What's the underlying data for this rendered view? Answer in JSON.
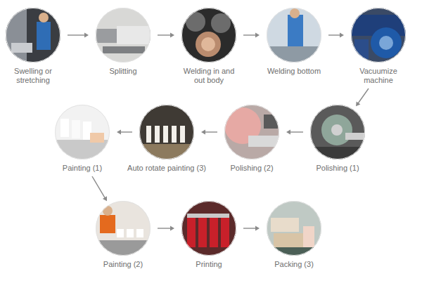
{
  "diagram": {
    "nodes": [
      {
        "text": [
          "Swelling or stretching"
        ]
      },
      {
        "text": [
          "Splitting"
        ]
      },
      {
        "text": [
          "Welding in and out body"
        ]
      },
      {
        "text": [
          "Welding bottom"
        ]
      },
      {
        "text": [
          "Vacuumize machine"
        ]
      },
      {
        "text": [
          "Painting (1)"
        ]
      },
      {
        "text": [
          "Auto rotate painting (3)"
        ]
      },
      {
        "text": [
          "Polishing (2)"
        ]
      },
      {
        "text": [
          "Polishing (1)"
        ]
      },
      {
        "text": [
          "Painting (2)"
        ]
      },
      {
        "text": [
          "Printing"
        ]
      },
      {
        "text": [
          "Packing (3)"
        ]
      }
    ],
    "edges": [
      {
        "from": 0,
        "to": 1,
        "arrow": "to"
      },
      {
        "from": 1,
        "to": 2,
        "arrow": "to"
      },
      {
        "from": 2,
        "to": 3,
        "arrow": "to"
      },
      {
        "from": 3,
        "to": 4,
        "arrow": "to"
      },
      {
        "from": 4,
        "to": 8,
        "arrow": "to"
      },
      {
        "from": 8,
        "to": 7,
        "arrow": "to"
      },
      {
        "from": 7,
        "to": 6,
        "arrow": "to"
      },
      {
        "from": 6,
        "to": 5,
        "arrow": "to"
      },
      {
        "from": 5,
        "to": 9,
        "arrow": "to"
      },
      {
        "from": 9,
        "to": 10,
        "arrow": "to"
      },
      {
        "from": 10,
        "to": 11,
        "arrow": "to"
      }
    ]
  }
}
